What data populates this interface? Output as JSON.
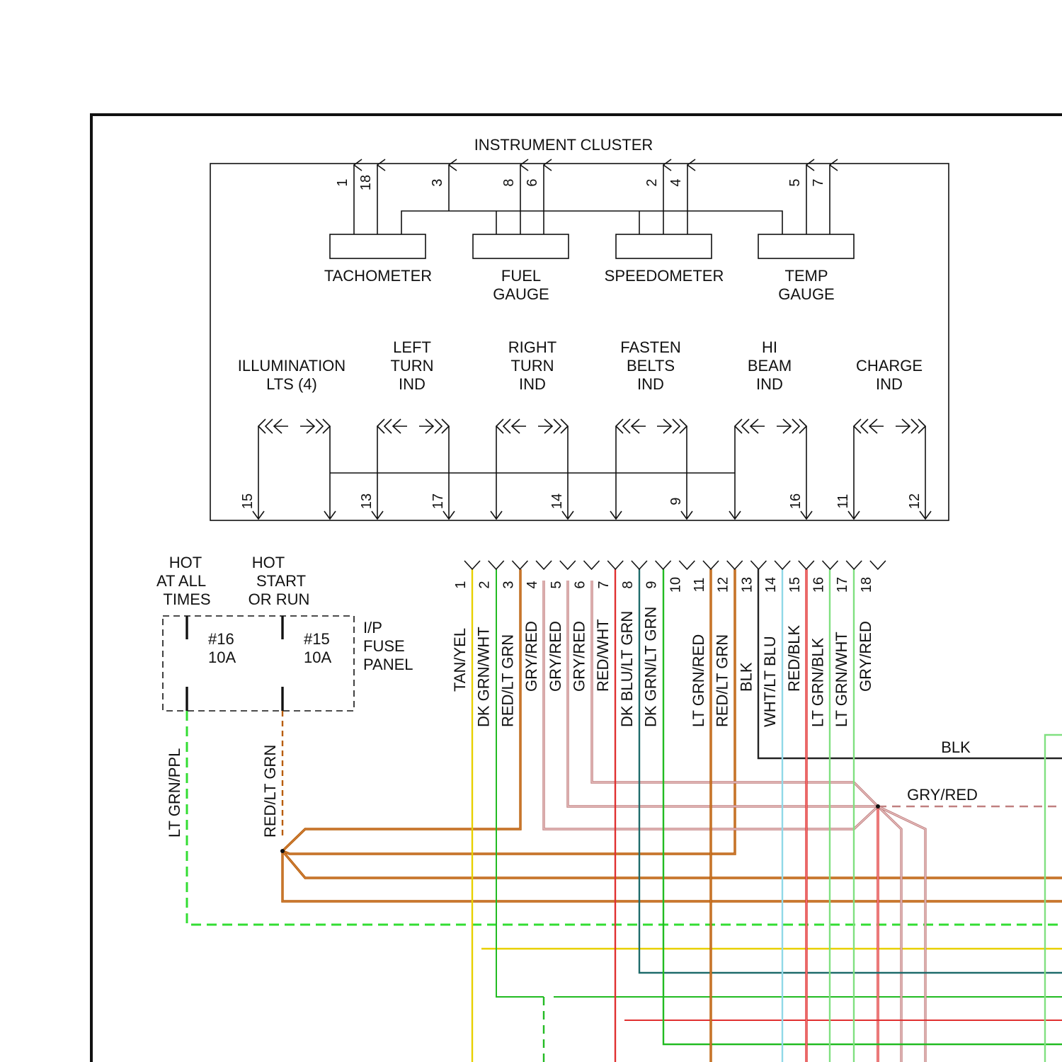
{
  "cluster": {
    "title": "INSTRUMENT CLUSTER",
    "gauges": [
      {
        "lines": [
          "TACHOMETER"
        ],
        "pins": [
          "1",
          "18"
        ]
      },
      {
        "lines": [
          "FUEL",
          "GAUGE"
        ],
        "pins": [
          "8",
          "6"
        ]
      },
      {
        "lines": [
          "SPEEDOMETER"
        ],
        "pins": [
          "2",
          "4"
        ]
      },
      {
        "lines": [
          "TEMP",
          "GAUGE"
        ],
        "pins": [
          "5",
          "7"
        ]
      }
    ],
    "gauge_common_pin": "3",
    "indicators": [
      {
        "lines": [
          "ILLUMINATION",
          "LTS (4)"
        ],
        "left_pin": "15",
        "right_pin": ""
      },
      {
        "lines": [
          "LEFT",
          "TURN",
          "IND"
        ],
        "left_pin": "13",
        "right_pin": "17"
      },
      {
        "lines": [
          "RIGHT",
          "TURN",
          "IND"
        ],
        "left_pin": "",
        "right_pin": "14"
      },
      {
        "lines": [
          "FASTEN",
          "BELTS",
          "IND"
        ],
        "left_pin": "",
        "right_pin": "9"
      },
      {
        "lines": [
          "HI",
          "BEAM",
          "IND"
        ],
        "left_pin": "",
        "right_pin": "16"
      },
      {
        "lines": [
          "CHARGE",
          "IND"
        ],
        "left_pin": "11",
        "right_pin": "12"
      }
    ]
  },
  "fuse_panel": {
    "label": [
      "I/P",
      "FUSE",
      "PANEL"
    ],
    "hot_always": [
      "HOT",
      "AT ALL",
      "TIMES"
    ],
    "hot_run": [
      "HOT",
      "START",
      "OR RUN"
    ],
    "fuses": [
      {
        "id": "#16",
        "rating": "10A",
        "wire": "LT GRN/PPL"
      },
      {
        "id": "#15",
        "rating": "10A",
        "wire": "RED/LT GRN"
      }
    ]
  },
  "connector": {
    "pins": [
      {
        "num": "1",
        "wire": "TAN/YEL",
        "color": "#e8d000"
      },
      {
        "num": "2",
        "wire": "DK GRN/WHT",
        "color": "#3cb043"
      },
      {
        "num": "3",
        "wire": "RED/LT GRN",
        "color": "#b85c00"
      },
      {
        "num": "4",
        "wire": "GRY/RED",
        "color": "#c08080"
      },
      {
        "num": "5",
        "wire": "GRY/RED",
        "color": "#c08080"
      },
      {
        "num": "6",
        "wire": "GRY/RED",
        "color": "#c08080"
      },
      {
        "num": "7",
        "wire": "RED/WHT",
        "color": "#e03030"
      },
      {
        "num": "8",
        "wire": "DK BLU/LT GRN",
        "color": "#1e6b6b"
      },
      {
        "num": "9",
        "wire": "DK GRN/LT GRN",
        "color": "#22bb22"
      },
      {
        "num": "10",
        "wire": "",
        "color": ""
      },
      {
        "num": "11",
        "wire": "LT GRN/RED",
        "color": "#b85c00"
      },
      {
        "num": "12",
        "wire": "RED/LT GRN",
        "color": "#b85c00"
      },
      {
        "num": "13",
        "wire": "BLK",
        "color": "#222222"
      },
      {
        "num": "14",
        "wire": "WHT/LT BLU",
        "color": "#90d8e8"
      },
      {
        "num": "15",
        "wire": "RED/BLK",
        "color": "#e03030"
      },
      {
        "num": "16",
        "wire": "LT GRN/BLK",
        "color": "#50c850"
      },
      {
        "num": "17",
        "wire": "LT GRN/WHT",
        "color": "#70d870"
      },
      {
        "num": "18",
        "wire": "GRY/RED",
        "color": "#e03030"
      }
    ]
  },
  "right_labels": {
    "blk": "BLK",
    "gry_red": "GRY/RED"
  },
  "colors": {
    "lt_grn_ppl": "#33dd33",
    "red_lt_grn": "#b85c00",
    "yellow": "#e8d000",
    "teal": "#1e6b6b",
    "green": "#22bb22",
    "red": "#e03030",
    "gry_red": "#c08080",
    "lt_grn": "#80e080",
    "outline": "#111111"
  }
}
